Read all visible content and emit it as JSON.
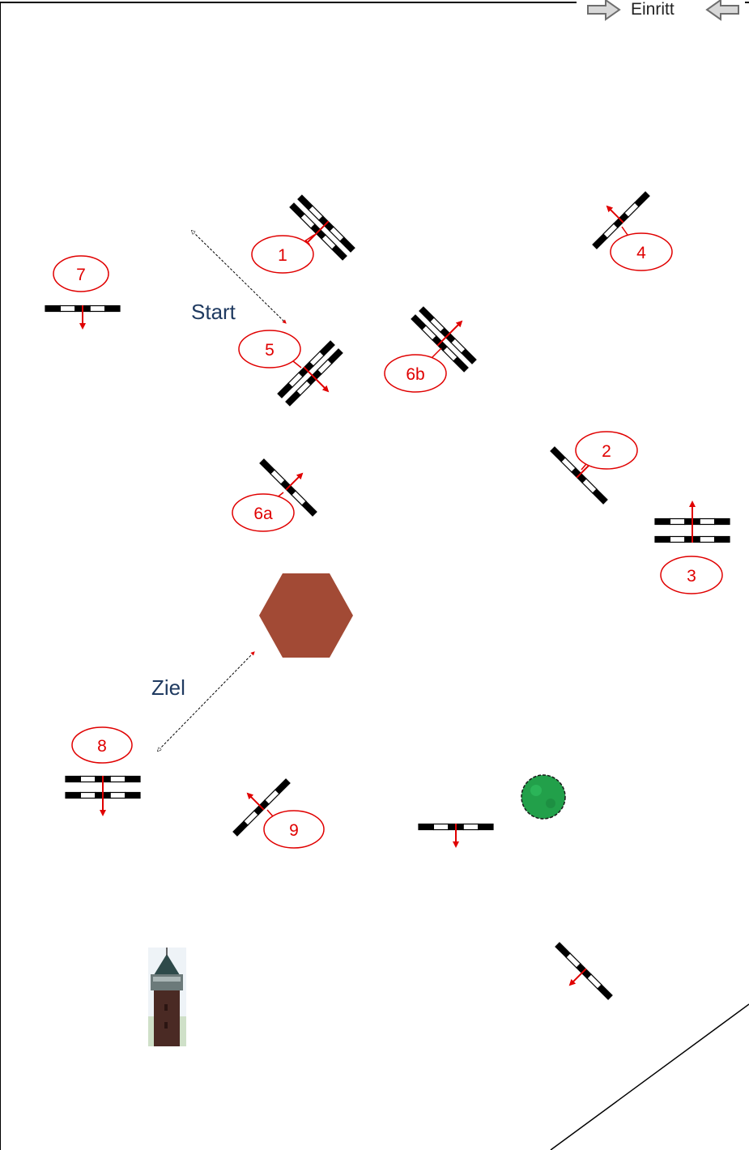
{
  "entrance": {
    "label": "Einritt"
  },
  "start_label": "Start",
  "finish_label": "Ziel",
  "obstacles": [
    {
      "number": "1"
    },
    {
      "number": "2"
    },
    {
      "number": "3"
    },
    {
      "number": "4"
    },
    {
      "number": "5"
    },
    {
      "number": "6a"
    },
    {
      "number": "6b"
    },
    {
      "number": "7"
    },
    {
      "number": "8"
    },
    {
      "number": "9"
    }
  ],
  "colors": {
    "marker": "#e00000",
    "label_text": "#1f3a60",
    "hexagon": "#a24a35",
    "shrub": "#22a04a",
    "pole_dark": "#000000",
    "pole_light": "#ffffff",
    "entrance_arrow": "#8c8c8c"
  },
  "icons": [
    "hexagon-obstacle",
    "shrub-icon",
    "water-tower-icon",
    "entrance-arrow-icon"
  ]
}
